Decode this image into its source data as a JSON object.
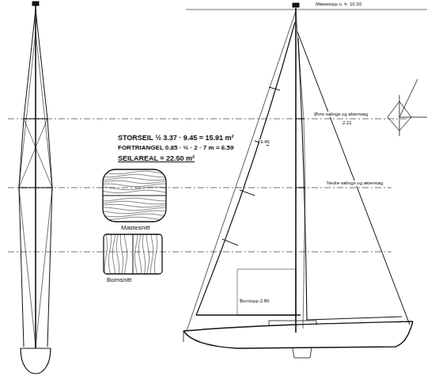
{
  "diagram": {
    "labels": [
      "STORSEIL ½ 3.37 · 9.45 = 15.91 m²",
      "FORTRIANGEL 0.85 · ½ · 2 · 7 m = 6.59",
      "SEILAREAL = 22.50 m²",
      "Mastesnitt",
      "Bomsnitt",
      "Mastetopp o. h. 10.30",
      "Øvre salings og akterstag",
      "Nedre salings og akterstag",
      "Bomtopp 2.80",
      "9.45",
      "2.21"
    ]
  }
}
